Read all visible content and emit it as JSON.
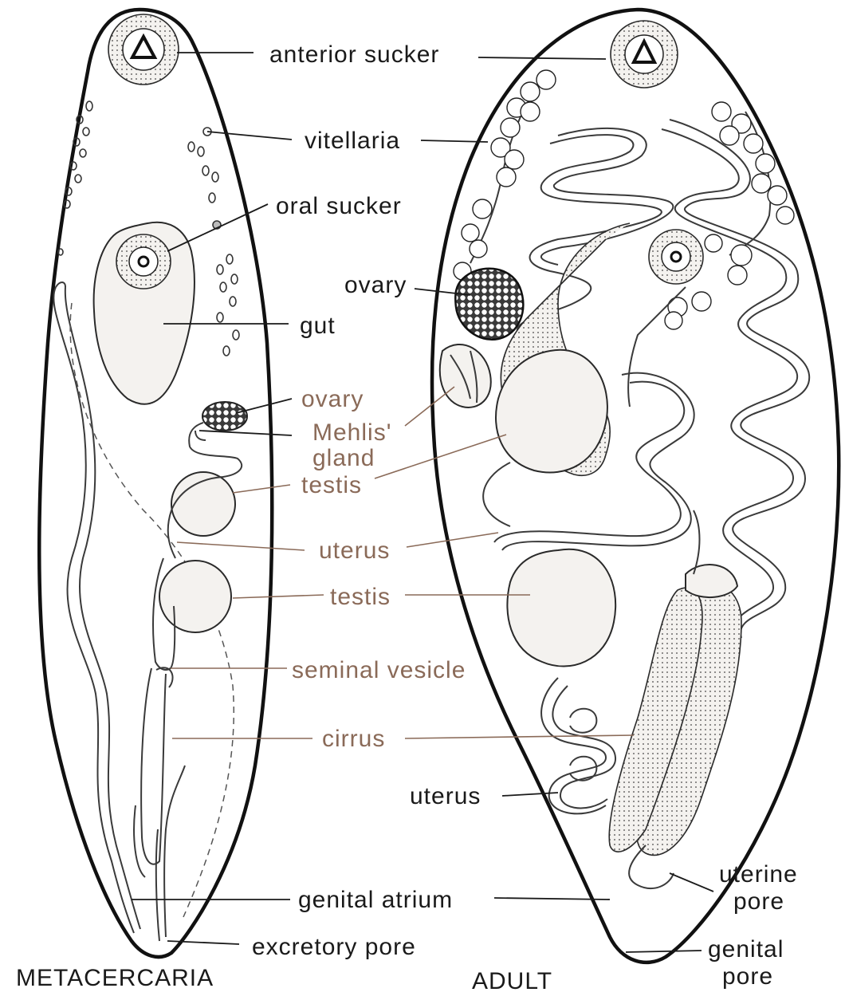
{
  "titles": {
    "left": "METACERCARIA",
    "right": "ADULT"
  },
  "labels": {
    "anterior_sucker": "anterior sucker",
    "vitellaria": "vitellaria",
    "oral_sucker": "oral sucker",
    "ovary_upper": "ovary",
    "gut": "gut",
    "ovary_lower": "ovary",
    "mehlis_line1": "Mehlis'",
    "mehlis_line2": "gland",
    "testis_upper": "testis",
    "uterus_upper": "uterus",
    "testis_lower": "testis",
    "seminal_vesicle": "seminal vesicle",
    "cirrus": "cirrus",
    "uterus_lower": "uterus",
    "genital_atrium": "genital atrium",
    "excretory_pore": "excretory pore",
    "uterine_pore_line1": "uterine",
    "uterine_pore_line2": "pore",
    "genital_pore_line1": "genital",
    "genital_pore_line2": "pore"
  },
  "colors": {
    "label_dark": "#1a1a1a",
    "label_brown": "#8a6a58",
    "outline": "#111111",
    "organ_fill": "#f4f2ef"
  }
}
